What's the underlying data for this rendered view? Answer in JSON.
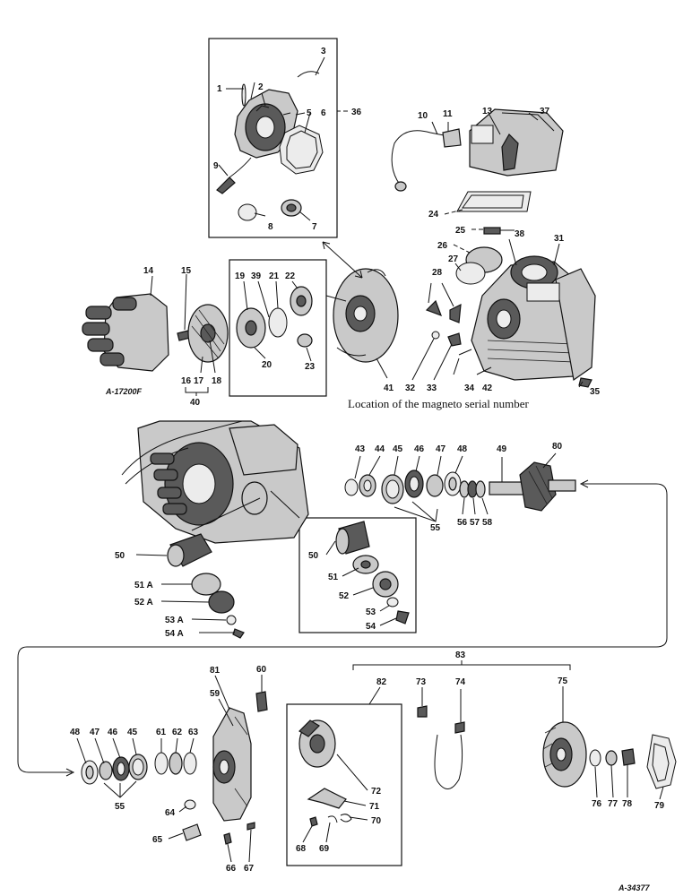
{
  "caption": "Location of the magneto serial number",
  "plate_refs": {
    "top": "A-17200F",
    "bottom": "A-34377"
  },
  "callouts": [
    {
      "id": "c1",
      "text": "1"
    },
    {
      "id": "c2",
      "text": "2"
    },
    {
      "id": "c3",
      "text": "3"
    },
    {
      "id": "c5",
      "text": "5"
    },
    {
      "id": "c6",
      "text": "6"
    },
    {
      "id": "c7",
      "text": "7"
    },
    {
      "id": "c8",
      "text": "8"
    },
    {
      "id": "c9",
      "text": "9"
    },
    {
      "id": "c10",
      "text": "10"
    },
    {
      "id": "c11",
      "text": "11"
    },
    {
      "id": "c13",
      "text": "13"
    },
    {
      "id": "c14",
      "text": "14"
    },
    {
      "id": "c15",
      "text": "15"
    },
    {
      "id": "c16",
      "text": "16"
    },
    {
      "id": "c17",
      "text": "17"
    },
    {
      "id": "c18",
      "text": "18"
    },
    {
      "id": "c19",
      "text": "19"
    },
    {
      "id": "c20",
      "text": "20"
    },
    {
      "id": "c21",
      "text": "21"
    },
    {
      "id": "c22",
      "text": "22"
    },
    {
      "id": "c23",
      "text": "23"
    },
    {
      "id": "c24",
      "text": "24"
    },
    {
      "id": "c25",
      "text": "25"
    },
    {
      "id": "c26",
      "text": "26"
    },
    {
      "id": "c27",
      "text": "27"
    },
    {
      "id": "c28",
      "text": "28"
    },
    {
      "id": "c31",
      "text": "31"
    },
    {
      "id": "c32",
      "text": "32"
    },
    {
      "id": "c33",
      "text": "33"
    },
    {
      "id": "c34",
      "text": "34"
    },
    {
      "id": "c35",
      "text": "35"
    },
    {
      "id": "c36",
      "text": "36"
    },
    {
      "id": "c37",
      "text": "37"
    },
    {
      "id": "c38",
      "text": "38"
    },
    {
      "id": "c39",
      "text": "39"
    },
    {
      "id": "c40",
      "text": "40"
    },
    {
      "id": "c41",
      "text": "41"
    },
    {
      "id": "c42",
      "text": "42"
    },
    {
      "id": "c43",
      "text": "43"
    },
    {
      "id": "c44",
      "text": "44"
    },
    {
      "id": "c45",
      "text": "45"
    },
    {
      "id": "c46",
      "text": "46"
    },
    {
      "id": "c47",
      "text": "47"
    },
    {
      "id": "c48",
      "text": "48"
    },
    {
      "id": "c49",
      "text": "49"
    },
    {
      "id": "c80",
      "text": "80"
    },
    {
      "id": "c55",
      "text": "55"
    },
    {
      "id": "c56",
      "text": "56"
    },
    {
      "id": "c57",
      "text": "57"
    },
    {
      "id": "c58",
      "text": "58"
    },
    {
      "id": "c50a",
      "text": "50"
    },
    {
      "id": "c50b",
      "text": "50"
    },
    {
      "id": "c51",
      "text": "51"
    },
    {
      "id": "c52",
      "text": "52"
    },
    {
      "id": "c53",
      "text": "53"
    },
    {
      "id": "c54",
      "text": "54"
    },
    {
      "id": "c51A",
      "text": "51 A"
    },
    {
      "id": "c52A",
      "text": "52 A"
    },
    {
      "id": "c53A",
      "text": "53 A"
    },
    {
      "id": "c54A",
      "text": "54 A"
    },
    {
      "id": "c83",
      "text": "83"
    },
    {
      "id": "c82",
      "text": "82"
    },
    {
      "id": "c81",
      "text": "81"
    },
    {
      "id": "c60",
      "text": "60"
    },
    {
      "id": "c59",
      "text": "59"
    },
    {
      "id": "c73",
      "text": "73"
    },
    {
      "id": "c74",
      "text": "74"
    },
    {
      "id": "c75",
      "text": "75"
    },
    {
      "id": "b48",
      "text": "48"
    },
    {
      "id": "b47",
      "text": "47"
    },
    {
      "id": "b46",
      "text": "46"
    },
    {
      "id": "b45",
      "text": "45"
    },
    {
      "id": "b55",
      "text": "55"
    },
    {
      "id": "c61",
      "text": "61"
    },
    {
      "id": "c62",
      "text": "62"
    },
    {
      "id": "c63",
      "text": "63"
    },
    {
      "id": "c64",
      "text": "64"
    },
    {
      "id": "c65",
      "text": "65"
    },
    {
      "id": "c66",
      "text": "66"
    },
    {
      "id": "c67",
      "text": "67"
    },
    {
      "id": "c72",
      "text": "72"
    },
    {
      "id": "c71",
      "text": "71"
    },
    {
      "id": "c70",
      "text": "70"
    },
    {
      "id": "c68",
      "text": "68"
    },
    {
      "id": "c69",
      "text": "69"
    },
    {
      "id": "c76",
      "text": "76"
    },
    {
      "id": "c77",
      "text": "77"
    },
    {
      "id": "c78",
      "text": "78"
    },
    {
      "id": "c79",
      "text": "79"
    }
  ]
}
